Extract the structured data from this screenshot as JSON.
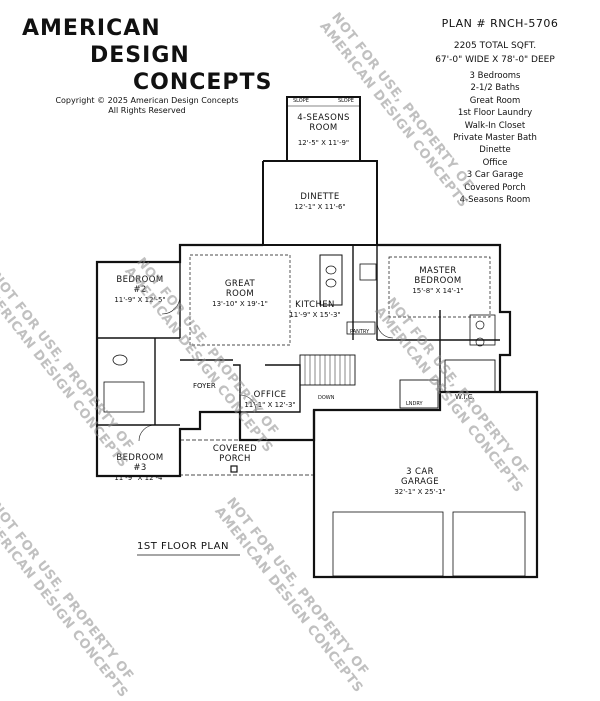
{
  "brand": {
    "line1": "AMERICAN",
    "line2": "DESIGN",
    "line3": "CONCEPTS",
    "copyright": "Copyright © 2025 American Design Concepts",
    "rights": "All Rights Reserved"
  },
  "plan": {
    "number": "PLAN # RNCH-5706",
    "sqft": "2205 TOTAL SQFT.",
    "dims": "67'-0\" WIDE X 78'-0\" DEEP",
    "features": [
      "3 Bedrooms",
      "2-1/2 Baths",
      "Great Room",
      "1st Floor Laundry",
      "Walk-In Closet",
      "Private Master Bath",
      "Dinette",
      "Office",
      "3 Car Garage",
      "Covered Porch",
      "4-Seasons Room"
    ]
  },
  "rooms": {
    "seasons": {
      "name_1": "4-SEASONS",
      "name_2": "ROOM",
      "dims": "12'-5\" X 11'-9\"",
      "slope_label": "SLOPE"
    },
    "dinette": {
      "name": "DINETTE",
      "dims": "12'-1\" X 11'-6\""
    },
    "great": {
      "name_1": "GREAT",
      "name_2": "ROOM",
      "dims": "13'-10\" X 19'-1\""
    },
    "kitchen": {
      "name": "KITCHEN",
      "dims": "11'-9\" X 15'-3\""
    },
    "pantry": {
      "name": "PANTRY"
    },
    "master": {
      "name_1": "MASTER",
      "name_2": "BEDROOM",
      "dims": "15'-8\" X 14'-1\""
    },
    "bedroom2": {
      "name": "BEDROOM",
      "num": "#2",
      "dims": "11'-9\" X 12'-5\""
    },
    "bedroom3": {
      "name": "BEDROOM",
      "num": "#3",
      "dims": "11'-9\" X 12'-4\""
    },
    "office": {
      "name": "OFFICE",
      "dims": "11'-1\" X 12'-3\""
    },
    "foyer": {
      "name": "FOYER"
    },
    "porch": {
      "name_1": "COVERED",
      "name_2": "PORCH"
    },
    "garage": {
      "name_1": "3 CAR",
      "name_2": "GARAGE",
      "dims": "32'-1\" X 25'-1\""
    },
    "wic": {
      "name": "W.I.C."
    },
    "laundry": {
      "name": "LNDRY"
    },
    "stairs": {
      "name": "DOWN"
    }
  },
  "floor_label": "1ST FLOOR PLAN",
  "watermark": {
    "line1": "NOT FOR USE, PROPERTY OF",
    "line2": "AMERICAN DESIGN CONCEPTS"
  }
}
